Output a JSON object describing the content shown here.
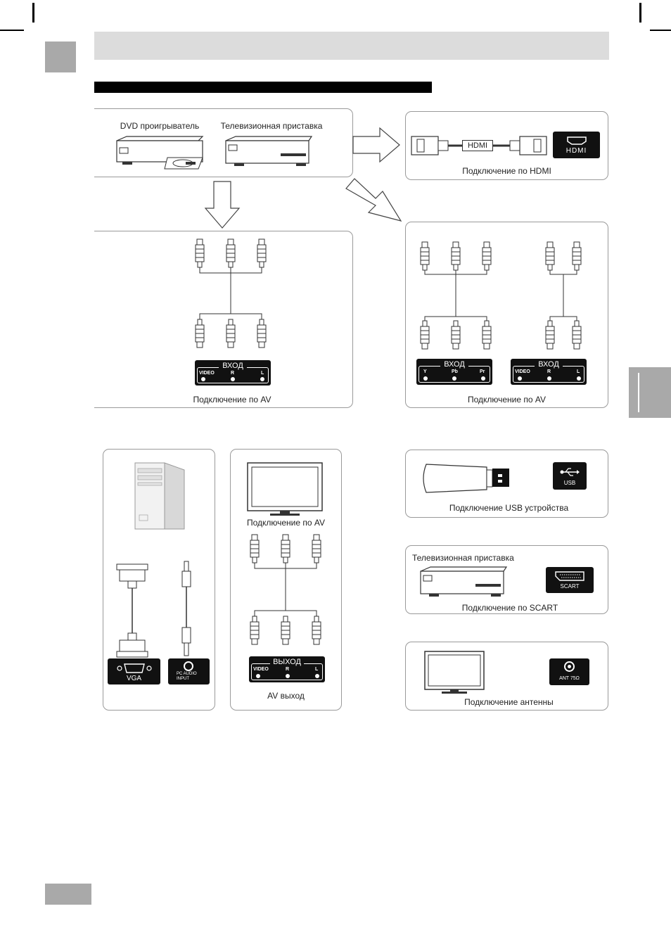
{
  "colors": {
    "header_bar": "#dcdcdc",
    "tab_gray": "#a9a9a9",
    "panel_border": "#9a9a9a",
    "plate": "#111111"
  },
  "source_devices": {
    "dvd_label": "DVD проигрыватель",
    "stb_label": "Телевизионная приставка"
  },
  "hdmi_panel": {
    "cable_label": "HDMI",
    "port_label": "HDMI",
    "caption": "Подключение по HDMI"
  },
  "av_in_left": {
    "plate_title": "ВХОД",
    "ports": [
      "VIDEO",
      "R",
      "L"
    ],
    "caption": "Подключение по AV"
  },
  "av_in_right": {
    "component_plate_title": "ВХОД",
    "component_ports": [
      "Y",
      "Pb",
      "Pr"
    ],
    "audio_plate_title": "ВХОД",
    "audio_ports": [
      "VIDEO",
      "R",
      "L"
    ],
    "caption": "Подключение по AV"
  },
  "pc_panel": {
    "vga_label": "VGA",
    "pc_audio_line1": "PC AUDIO",
    "pc_audio_line2": "INPUT"
  },
  "av_out_panel": {
    "top_caption": "Подключение по AV",
    "plate_title": "ВЫХОД",
    "ports": [
      "VIDEO",
      "R",
      "L"
    ],
    "caption": "AV выход"
  },
  "usb_panel": {
    "port_label": "USB",
    "caption": "Подключение USB устройства"
  },
  "scart_panel": {
    "device_label": "Телевизионная приставка",
    "port_label": "SCART",
    "caption": "Подключение по SCART"
  },
  "antenna_panel": {
    "port_label": "ANT 75Ω",
    "caption": "Подключение антенны"
  }
}
